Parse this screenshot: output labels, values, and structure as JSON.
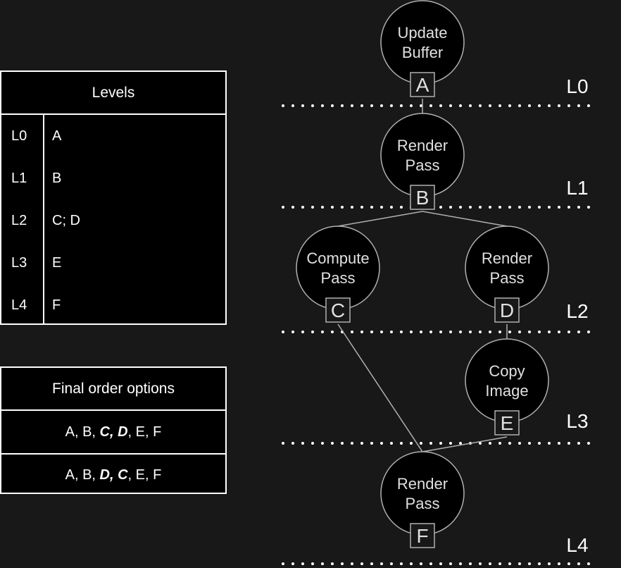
{
  "levels_table": {
    "header": "Levels",
    "rows": [
      {
        "level": "L0",
        "nodes": "A"
      },
      {
        "level": "L1",
        "nodes": "B"
      },
      {
        "level": "L2",
        "nodes": "C; D"
      },
      {
        "level": "L3",
        "nodes": "E"
      },
      {
        "level": "L4",
        "nodes": "F"
      }
    ]
  },
  "order_table": {
    "header": "Final order options",
    "options": [
      {
        "prefix": "A, B, ",
        "swap": "C, D",
        "suffix": ", E, F"
      },
      {
        "prefix": "A, B, ",
        "swap": "D, C",
        "suffix": ", E, F"
      }
    ]
  },
  "graph": {
    "level_labels": [
      "L0",
      "L1",
      "L2",
      "L3",
      "L4"
    ],
    "nodes": [
      {
        "id": "A",
        "line1": "Update",
        "line2": "Buffer"
      },
      {
        "id": "B",
        "line1": "Render",
        "line2": "Pass"
      },
      {
        "id": "C",
        "line1": "Compute",
        "line2": "Pass"
      },
      {
        "id": "D",
        "line1": "Render",
        "line2": "Pass"
      },
      {
        "id": "E",
        "line1": "Copy",
        "line2": "Image"
      },
      {
        "id": "F",
        "line1": "Render",
        "line2": "Pass"
      }
    ],
    "edges": [
      [
        "A",
        "B"
      ],
      [
        "B",
        "C"
      ],
      [
        "B",
        "D"
      ],
      [
        "D",
        "E"
      ],
      [
        "C",
        "F"
      ],
      [
        "E",
        "F"
      ]
    ],
    "colors": {
      "node_fill": "#000000",
      "node_stroke": "#b0b0b0",
      "text": "#e0e0e0",
      "separator": "#ffffff"
    }
  }
}
